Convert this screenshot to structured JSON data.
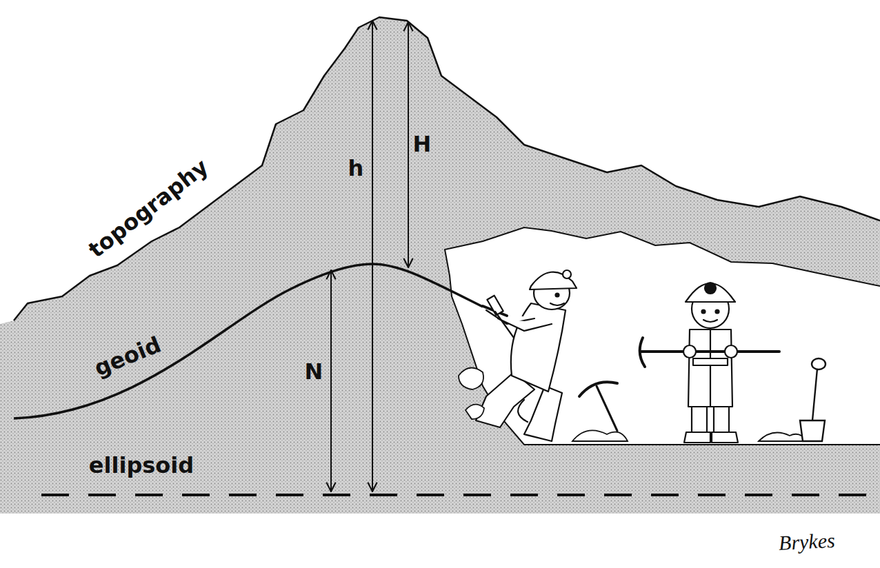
{
  "diagram": {
    "labels": [
      "topography",
      "geoid",
      "ellipsoid",
      "h",
      "H",
      "N",
      "Brykes"
    ]
  }
}
